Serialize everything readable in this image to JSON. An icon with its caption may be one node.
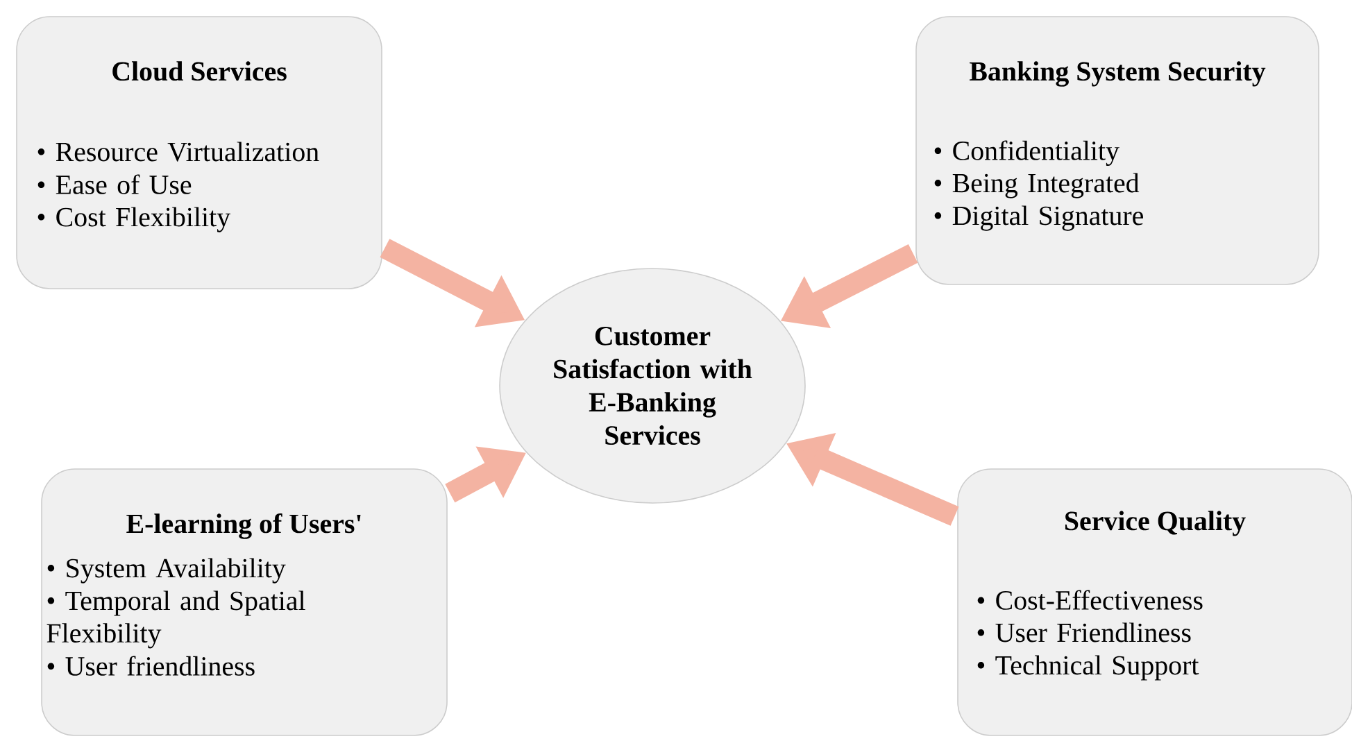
{
  "diagram": {
    "nodes": [
      {
        "text": [
          "Cloud Services",
          "• Resource Virtualization",
          "• Ease of Use",
          "• Cost Flexibility"
        ]
      },
      {
        "text": [
          "Banking System Security",
          "• Confidentiality",
          "• Being Integrated",
          "• Digital Signature"
        ]
      },
      {
        "text": [
          "Customer Satisfaction with E-Banking Services"
        ]
      },
      {
        "text": [
          "E-learning of Users'",
          "• System Availability",
          "• Temporal and Spatial Flexibility",
          "• User friendliness"
        ]
      },
      {
        "text": [
          "Service Quality",
          "• Cost-Effectiveness",
          "• User Friendliness",
          "• Technical Support"
        ]
      }
    ],
    "edges": [
      {
        "from": 0,
        "to": 2,
        "arrow": "to"
      },
      {
        "from": 1,
        "to": 2,
        "arrow": "to"
      },
      {
        "from": 3,
        "to": 2,
        "arrow": "to"
      },
      {
        "from": 4,
        "to": 2,
        "arrow": "to"
      }
    ]
  }
}
